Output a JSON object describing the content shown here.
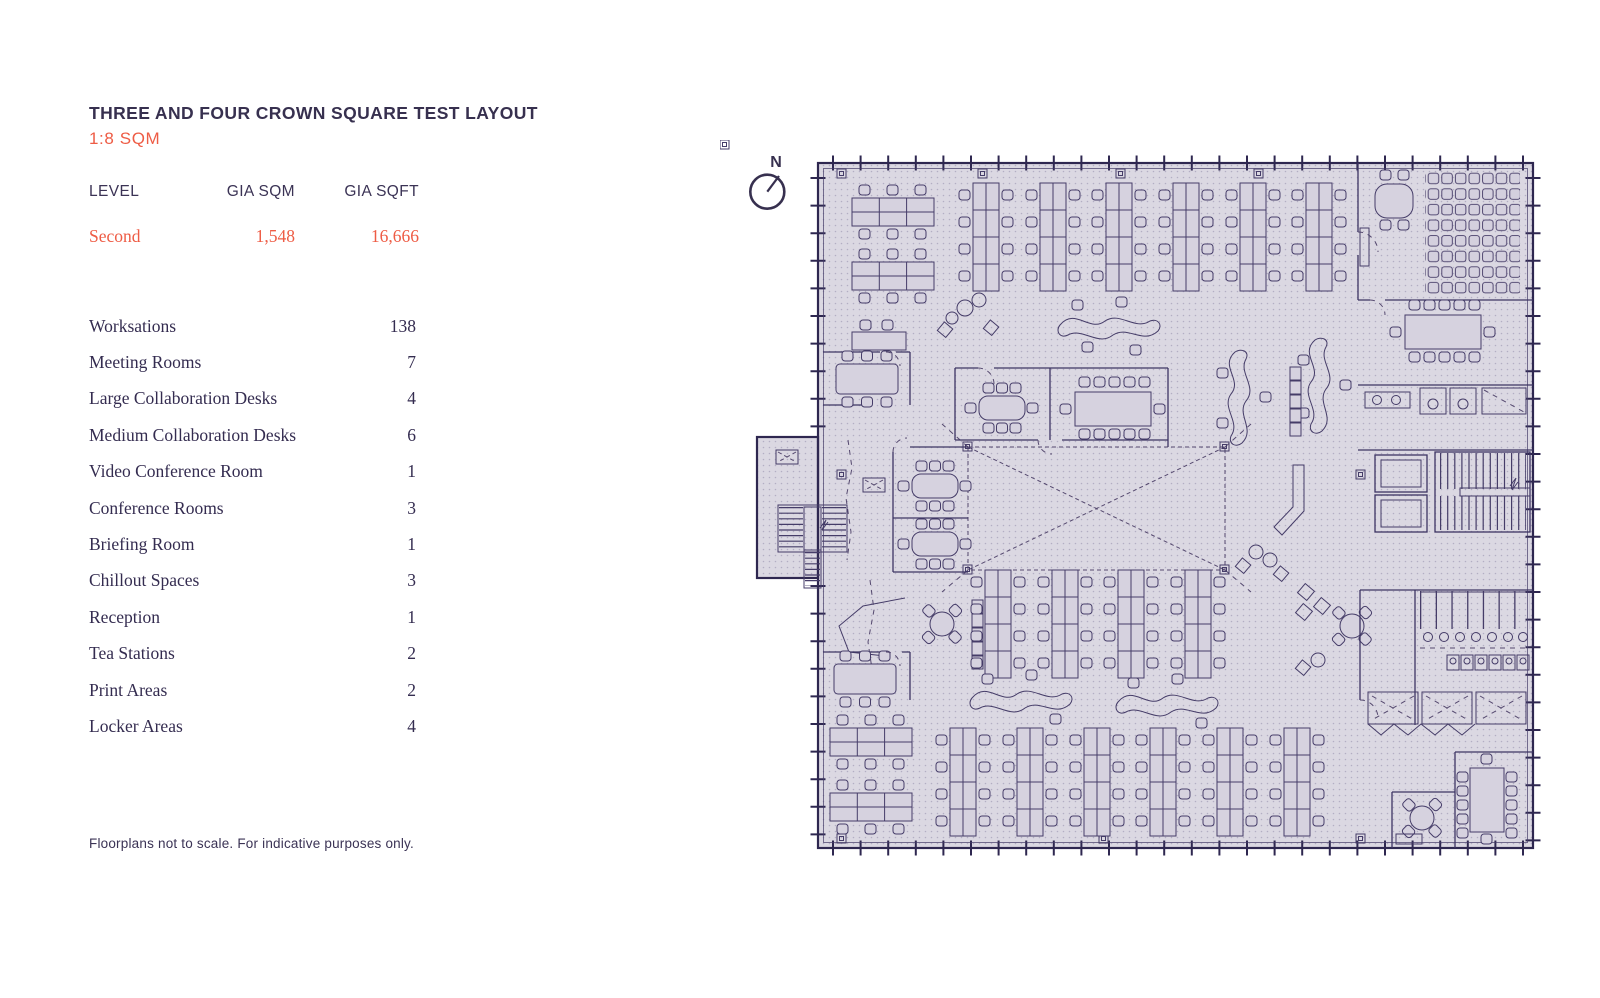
{
  "page": {
    "title": "THREE AND FOUR CROWN SQUARE TEST LAYOUT",
    "subtitle": "1:8 SQM",
    "footnote": "Floorplans not to scale. For indicative purposes only."
  },
  "colors": {
    "navy_text": "#37304f",
    "coral_accent": "#ee5c45",
    "plan_fill": "#dbd8e2",
    "plan_line": "#453c68",
    "background": "#ffffff"
  },
  "area_table": {
    "headers": {
      "level": "LEVEL",
      "gia_sqm": "GIA SQM",
      "gia_sqft": "GIA SQFT"
    },
    "rows": [
      {
        "level": "Second",
        "gia_sqm": "1,548",
        "gia_sqft": "16,666"
      }
    ]
  },
  "amenities": [
    {
      "label": "Worksations",
      "count": "138"
    },
    {
      "label": "Meeting Rooms",
      "count": "7"
    },
    {
      "label": "Large Collaboration Desks",
      "count": "4"
    },
    {
      "label": "Medium Collaboration Desks",
      "count": "6"
    },
    {
      "label": "Video Conference Room",
      "count": "1"
    },
    {
      "label": "Conference Rooms",
      "count": "3"
    },
    {
      "label": "Briefing Room",
      "count": "1"
    },
    {
      "label": "Chillout Spaces",
      "count": "3"
    },
    {
      "label": "Reception",
      "count": "1"
    },
    {
      "label": "Tea Stations",
      "count": "2"
    },
    {
      "label": "Print Areas",
      "count": "2"
    },
    {
      "label": "Locker Areas",
      "count": "4"
    }
  ],
  "floorplan": {
    "north_label": "N"
  }
}
